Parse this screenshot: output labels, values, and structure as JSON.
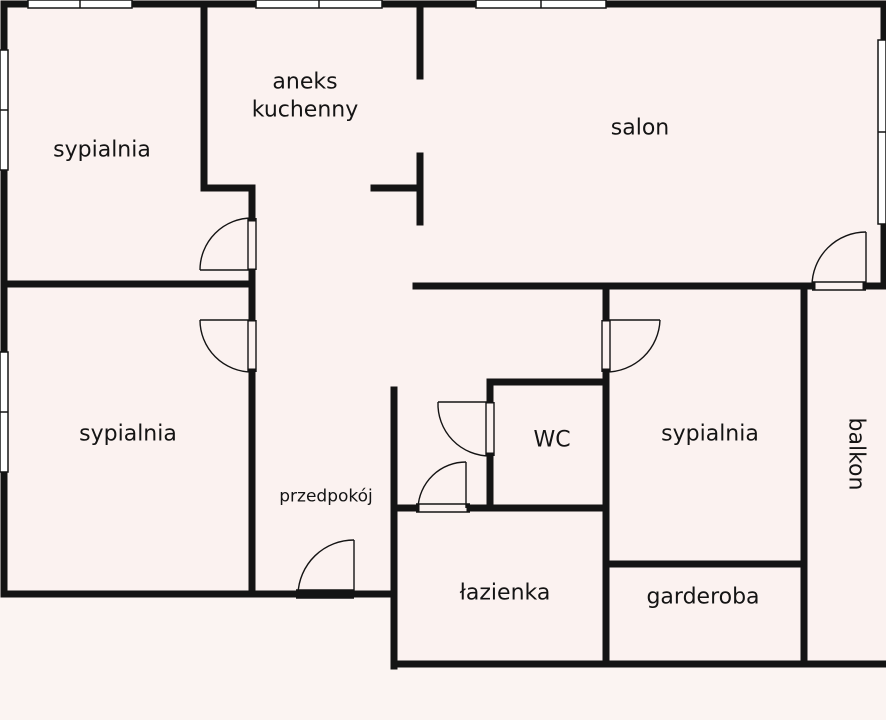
{
  "floor_plan": {
    "rooms": {
      "bedroom_top_left": "sypialnia",
      "kitchenette_line1": "aneks",
      "kitchenette_line2": "kuchenny",
      "living_room": "salon",
      "bedroom_mid_left": "sypialnia",
      "wc": "WC",
      "bedroom_right": "sypialnia",
      "balcony": "balkon",
      "hallway": "przedpokój",
      "bathroom": "łazienka",
      "wardrobe": "garderoba"
    },
    "colors": {
      "background": "#fbf4f2",
      "wall": "#141414",
      "window": "#ffffff"
    }
  }
}
